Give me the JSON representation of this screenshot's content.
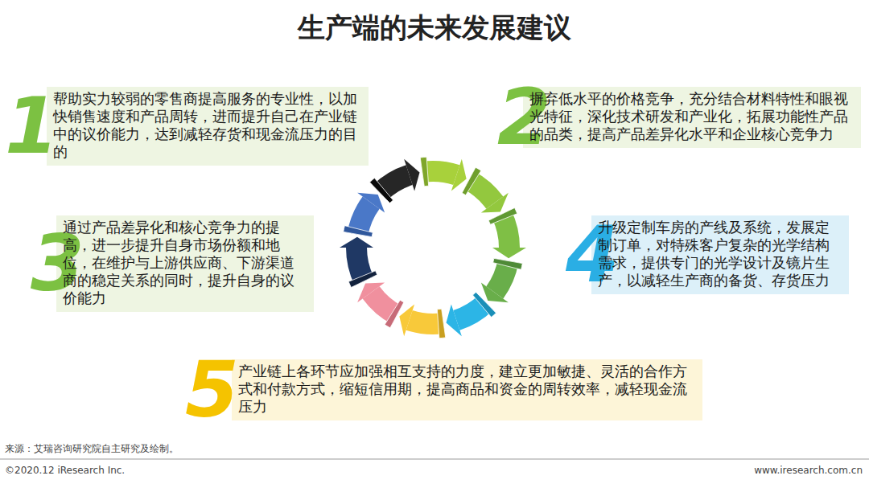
{
  "diagram": {
    "title": "生产端的未来发展建议",
    "nodes": [
      {
        "text": [
          "1",
          "帮助实力较弱的零售商提高服务的专业性，以加快销售速度和产品周转，进而提升自己在产业链中的议价能力，达到减轻存货和现金流压力的目的"
        ]
      },
      {
        "text": [
          "2",
          "摒弃低水平的价格竞争，充分结合材料特性和眼视光特征，深化技术研发和产业化，拓展功能性产品的品类，提高产品差异化水平和企业核心竞争力"
        ]
      },
      {
        "text": [
          "3",
          "通过产品差异化和核心竞争力的提高，进一步提升自身市场份额和地位，在维护与上游供应商、下游渠道商的稳定关系的同时，提升自身的议价能力"
        ]
      },
      {
        "text": [
          "4",
          "升级定制车房的产线及系统，发展定制订单，对特殊客户复杂的光学结构需求，提供专门的光学设计及镜片生产，以减轻生产商的备货、存货压力"
        ]
      },
      {
        "text": [
          "5",
          "产业链上各环节应加强相互支持的力度，建立更加敏捷、灵活的合作方式和付款方式，缩短信用期，提高商品和资金的周转效率，减轻现金流压力"
        ]
      }
    ],
    "labels": [
      "来源：艾瑞咨询研究院自主研究及绘制。",
      "©2020.12 iResearch Inc.",
      "www.iresearch.com.cn"
    ]
  }
}
